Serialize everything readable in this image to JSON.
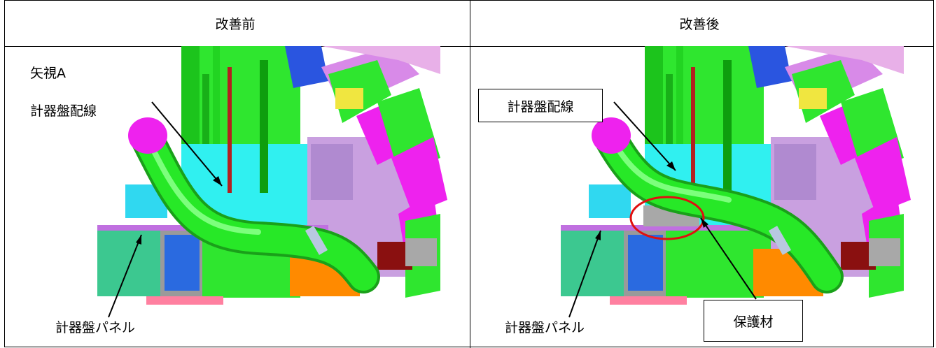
{
  "table": {
    "before_header": "改善前",
    "after_header": "改善後"
  },
  "before": {
    "view_label": "矢視A",
    "wiring_label": "計器盤配線",
    "panel_label": "計器盤パネル"
  },
  "after": {
    "wiring_label": "計器盤配線",
    "panel_label": "計器盤パネル",
    "protector_label": "保護材"
  },
  "colors": {
    "harness_green": "#27e827",
    "frame_green": "#2fe62f",
    "cyan": "#30f0f0",
    "magenta": "#ee22ee",
    "lavender": "#c9a0e0",
    "blue": "#2a55e0",
    "orange": "#ff8a00",
    "highlight_red": "#e01010",
    "protector_gray": "#a8a8a8"
  }
}
